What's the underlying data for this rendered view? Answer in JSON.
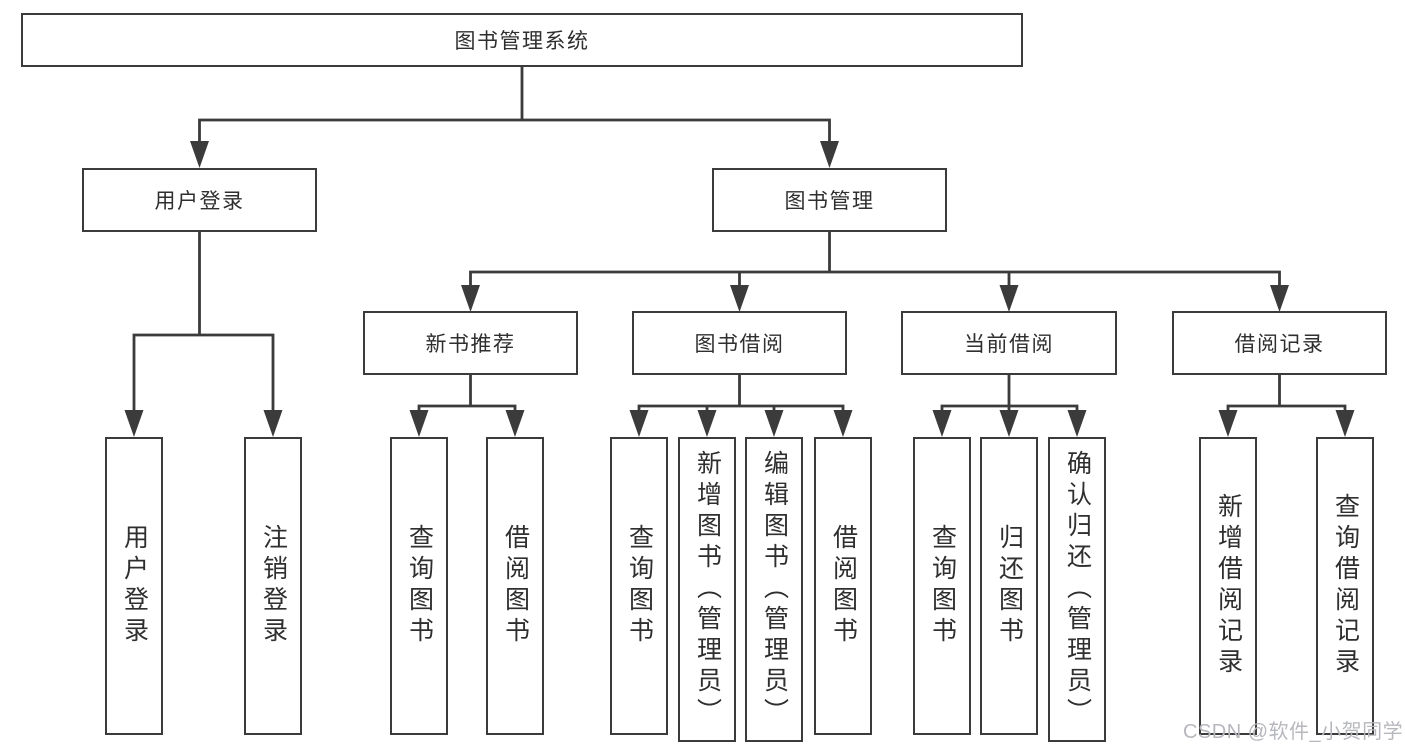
{
  "diagram": {
    "watermark": "CSDN @软件_小贺同学",
    "line_color": "#3b3b3b",
    "text_color": "#2f2f2f",
    "watermark_color": "#b7b8be",
    "tree": {
      "label": "图书管理系统",
      "children": [
        {
          "label": "用户登录",
          "children": [
            {
              "label": "用户登录"
            },
            {
              "label": "注销登录"
            }
          ]
        },
        {
          "label": "图书管理",
          "children": [
            {
              "label": "新书推荐",
              "children": [
                {
                  "label": "查询图书"
                },
                {
                  "label": "借阅图书"
                }
              ]
            },
            {
              "label": "图书借阅",
              "children": [
                {
                  "label": "查询图书"
                },
                {
                  "label": "新增图书（管理员）"
                },
                {
                  "label": "编辑图书（管理员）"
                },
                {
                  "label": "借阅图书"
                }
              ]
            },
            {
              "label": "当前借阅",
              "children": [
                {
                  "label": "查询图书"
                },
                {
                  "label": "归还图书"
                },
                {
                  "label": "确认归还（管理员）"
                }
              ]
            },
            {
              "label": "借阅记录",
              "children": [
                {
                  "label": "新增借阅记录"
                },
                {
                  "label": "查询借阅记录"
                }
              ]
            }
          ]
        }
      ]
    }
  }
}
